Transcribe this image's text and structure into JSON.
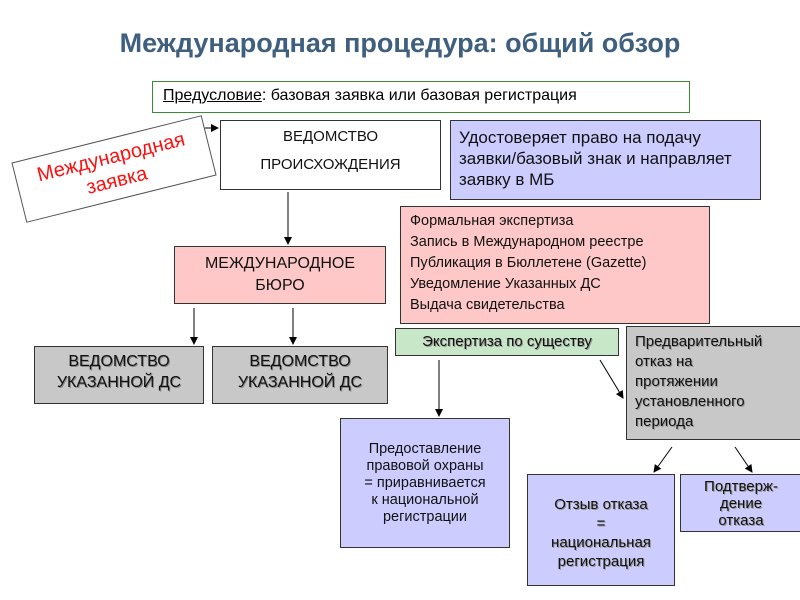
{
  "title": "Международная процедура: общий обзор",
  "precondition": {
    "label": "Предусловие",
    "text": ": базовая заявка или базовая регистрация"
  },
  "stamp": {
    "line1": "Международная",
    "line2": "заявка"
  },
  "office_of_origin": {
    "line1": "ВЕДОМСТВО",
    "line2": "ПРОИСХОЖДЕНИЯ"
  },
  "certify_note": "Удостоверяет право на подачу заявки/базовый знак и направляет заявку в МБ",
  "international_bureau": {
    "line1": "МЕЖДУНАРОДНОЕ",
    "line2": "БЮРО"
  },
  "formal_tasks": [
    "Формальная экспертиза",
    "Запись в Международном реестре",
    "Публикация в Бюллетене (Gazette)",
    "Уведомление Указанных ДС",
    "Выдача свидетельства"
  ],
  "designated_offices": [
    {
      "line1": "ВЕДОМСТВО",
      "line2": "УКАЗАННОЙ ДС"
    },
    {
      "line1": "ВЕДОМСТВО",
      "line2": "УКАЗАННОЙ ДС"
    }
  ],
  "substantive_exam": "Экспертиза по существу",
  "provisional_refusal": [
    "Предварительный",
    "отказ на",
    "протяжении",
    "установленного",
    "периода"
  ],
  "grant_protection": [
    "Предоставление",
    "правовой охраны",
    "= приравнивается",
    "к национальной",
    "регистрации"
  ],
  "withdrawal": [
    "Отзыв отказа",
    "=",
    "национальная",
    "регистрация"
  ],
  "confirmation": [
    "Подтверж-",
    "дение",
    "отказа"
  ]
}
